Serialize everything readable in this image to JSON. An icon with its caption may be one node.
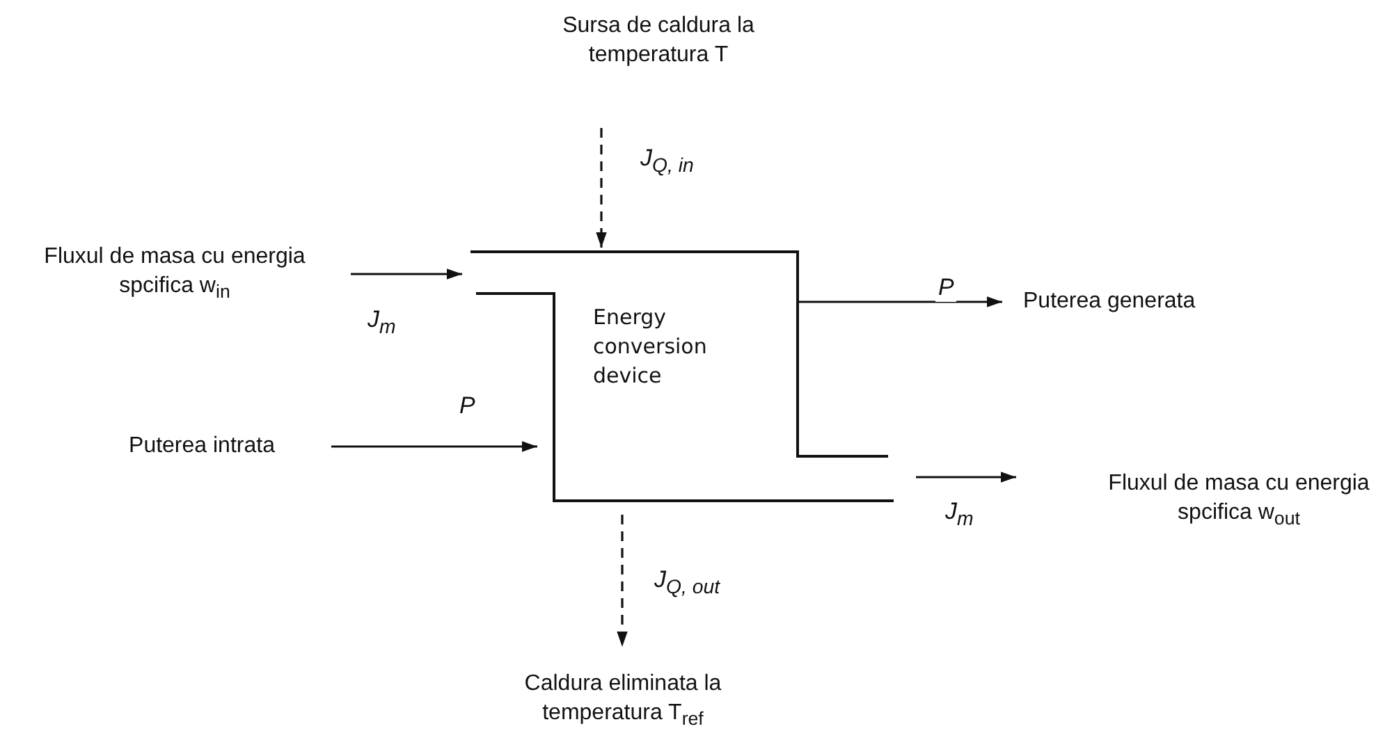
{
  "diagram": {
    "nodes": [
      {
        "text": [
          "Sursa de caldura la temperatura T"
        ]
      },
      {
        "text": [
          "Fluxul de masa cu energia spcifica w$_{in}$"
        ]
      },
      {
        "text": [
          "Puterea intrata"
        ]
      },
      {
        "text": [
          "Energy conversion device"
        ]
      },
      {
        "text": [
          "Puterea generata"
        ]
      },
      {
        "text": [
          "Fluxul de masa cu energia spcifica w$_{out}$"
        ]
      },
      {
        "text": [
          "Caldura eliminata la temperatura T$_{ref}$"
        ]
      }
    ],
    "edges": [
      {
        "from": 0,
        "to": 3,
        "arrow": "to",
        "label": "J$_{Q, in}$",
        "style": "dashed"
      },
      {
        "from": 1,
        "to": 3,
        "arrow": "to",
        "label": "J$_{m}$"
      },
      {
        "from": 2,
        "to": 3,
        "arrow": "to",
        "label": "P"
      },
      {
        "from": 3,
        "to": 4,
        "arrow": "to",
        "label": "P"
      },
      {
        "from": 3,
        "to": 5,
        "arrow": "to",
        "label": "J$_{m}$"
      },
      {
        "from": 3,
        "to": 6,
        "arrow": "to",
        "label": "J$_{Q, out}$",
        "style": "dashed"
      }
    ]
  }
}
